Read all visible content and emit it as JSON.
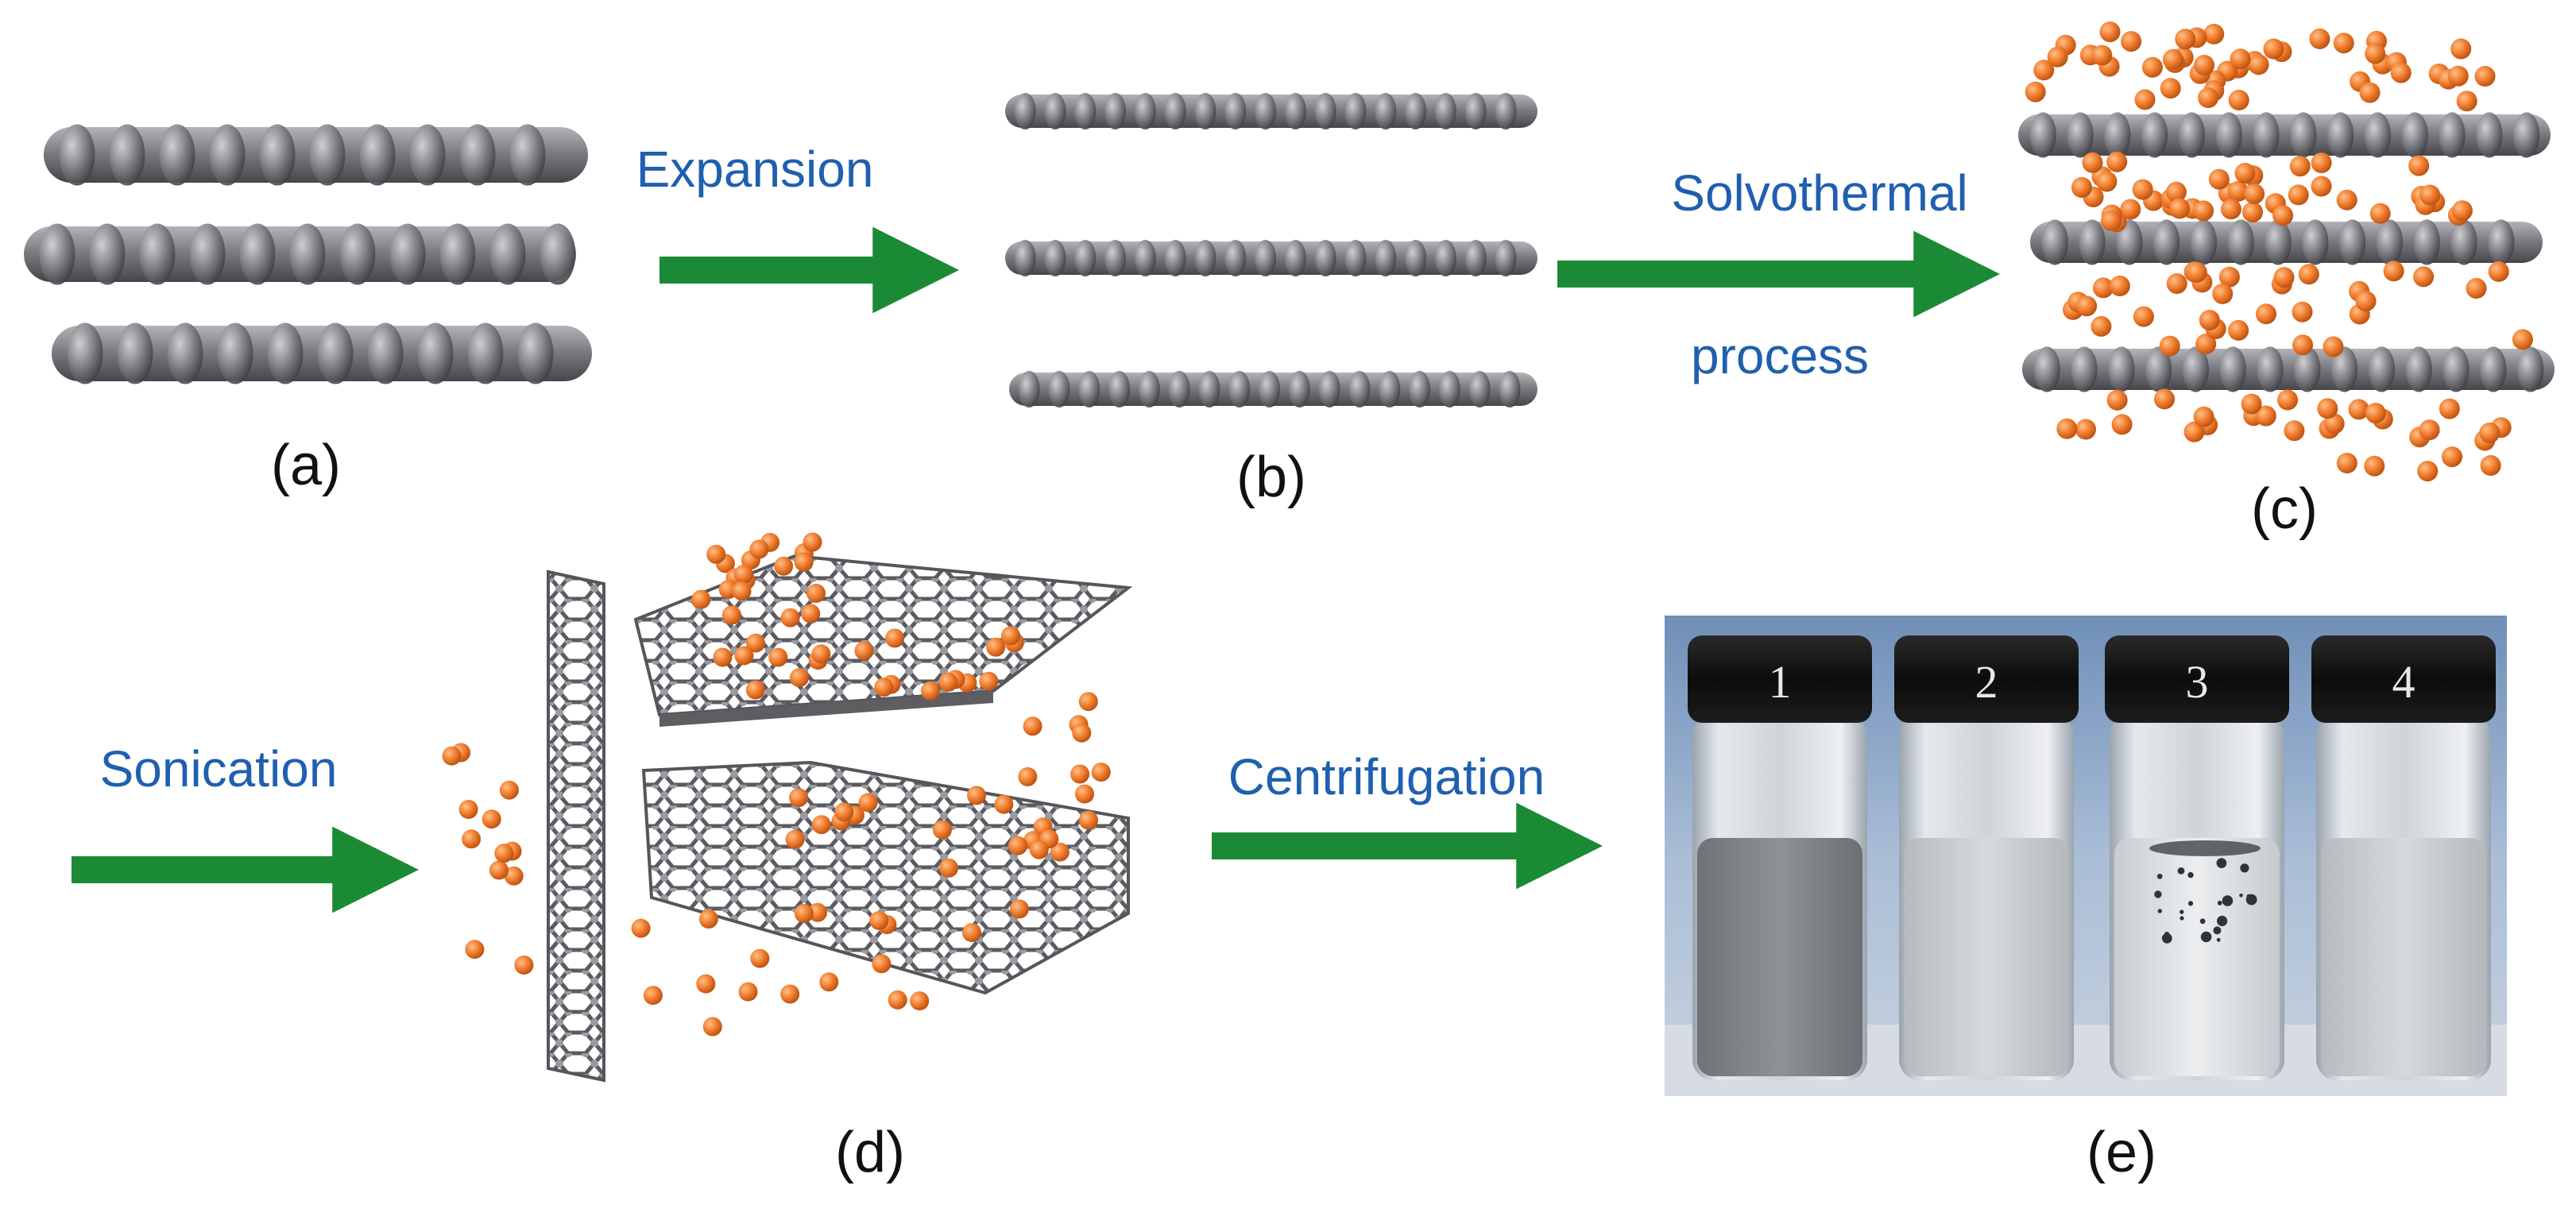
{
  "figure": {
    "colors": {
      "sheet": "#7b7b80",
      "sheet_dark": "#4d4d52",
      "sheet_light": "#a8a8ae",
      "particle": "#f07a2a",
      "arrow": "#1b8a35",
      "step_text": "#1f5fb0",
      "photo_bg": "#8aa6c8"
    },
    "steps": {
      "expansion": "Expansion",
      "solvothermal_line1": "Solvothermal",
      "solvothermal_line2": "process",
      "sonication": "Sonication",
      "centrifugation": "Centrifugation"
    },
    "panels": {
      "a": "(a)",
      "b": "(b)",
      "c": "(c)",
      "d": "(d)",
      "e": "(e)"
    },
    "vials": [
      {
        "number": "1",
        "liquid": "dark grey dispersion"
      },
      {
        "number": "2",
        "liquid": "light grey dispersion"
      },
      {
        "number": "3",
        "liquid": "clear with sediment"
      },
      {
        "number": "4",
        "liquid": "light grey dispersion"
      }
    ]
  }
}
